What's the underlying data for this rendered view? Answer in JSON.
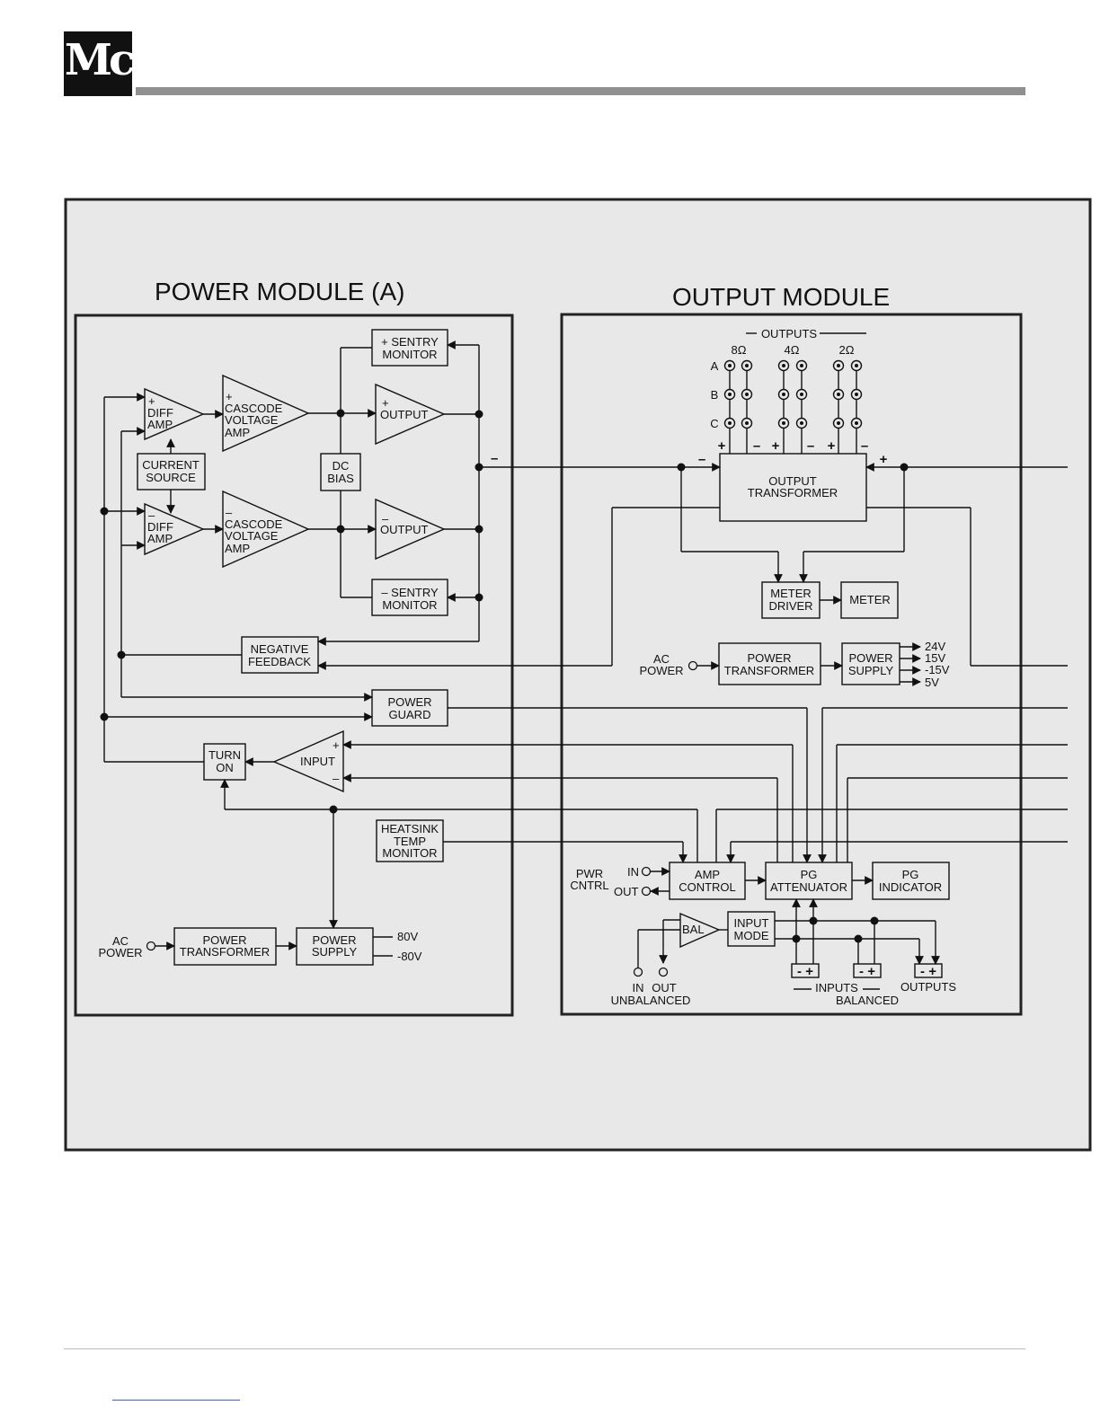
{
  "brand": {
    "logo_text": "Mc"
  },
  "modules": {
    "power": {
      "title": "POWER MODULE (A)"
    },
    "output": {
      "title": "OUTPUT MODULE"
    }
  },
  "power_blocks": {
    "sentry_pos": [
      "+ SENTRY",
      "MONITOR"
    ],
    "sentry_neg": [
      "– SENTRY",
      "MONITOR"
    ],
    "diff_amp_pos": [
      "+",
      "DIFF",
      "AMP"
    ],
    "diff_amp_neg": [
      "–",
      "DIFF",
      "AMP"
    ],
    "cascode_pos": [
      "+",
      "CASCODE",
      "VOLTAGE",
      "AMP"
    ],
    "cascode_neg": [
      "–",
      "CASCODE",
      "VOLTAGE",
      "AMP"
    ],
    "output_pos": [
      "+",
      "OUTPUT"
    ],
    "output_neg": [
      "–",
      "OUTPUT"
    ],
    "current_source": [
      "CURRENT",
      "SOURCE"
    ],
    "dc_bias": [
      "DC",
      "BIAS"
    ],
    "negative_feedback": [
      "NEGATIVE",
      "FEEDBACK"
    ],
    "power_guard": [
      "POWER",
      "GUARD"
    ],
    "turn_on": [
      "TURN",
      "ON"
    ],
    "input": "INPUT",
    "heatsink": [
      "HEATSINK",
      "TEMP",
      "MONITOR"
    ],
    "ac_power": [
      "AC",
      "POWER"
    ],
    "power_transformer": [
      "POWER",
      "TRANSFORMER"
    ],
    "power_supply": [
      "POWER",
      "SUPPLY"
    ],
    "v_pos": "80V",
    "v_neg": "-80V",
    "minus_sign": "–"
  },
  "output_blocks": {
    "outputs_label": "OUTPUTS",
    "impedances": [
      "8Ω",
      "4Ω",
      "2Ω"
    ],
    "rows": [
      "A",
      "B",
      "C"
    ],
    "polarity": [
      "+",
      "–",
      "+",
      "–",
      "+",
      "–"
    ],
    "output_transformer": [
      "OUTPUT",
      "TRANSFORMER"
    ],
    "transformer_minus": "–",
    "transformer_plus": "+",
    "meter_driver": [
      "METER",
      "DRIVER"
    ],
    "meter": "METER",
    "ac_power": [
      "AC",
      "POWER"
    ],
    "power_transformer": [
      "POWER",
      "TRANSFORMER"
    ],
    "power_supply": [
      "POWER",
      "SUPPLY"
    ],
    "rails": [
      "24V",
      "15V",
      "-15V",
      "5V"
    ],
    "pwr_cntrl": [
      "PWR",
      "CNTRL"
    ],
    "in_label": "IN",
    "out_label": "OUT",
    "amp_control": [
      "AMP",
      "CONTROL"
    ],
    "pg_attenuator": [
      "PG",
      "ATTENUATOR"
    ],
    "pg_indicator": [
      "PG",
      "INDICATOR"
    ],
    "bal": "BAL",
    "input_mode": [
      "INPUT",
      "MODE"
    ],
    "unbalanced_in": "IN",
    "unbalanced_out": "OUT",
    "unbalanced": "UNBALANCED",
    "inputs": "INPUTS",
    "balanced": "BALANCED",
    "outputs_bottom": "OUTPUTS",
    "jack_polarity": "- +"
  }
}
